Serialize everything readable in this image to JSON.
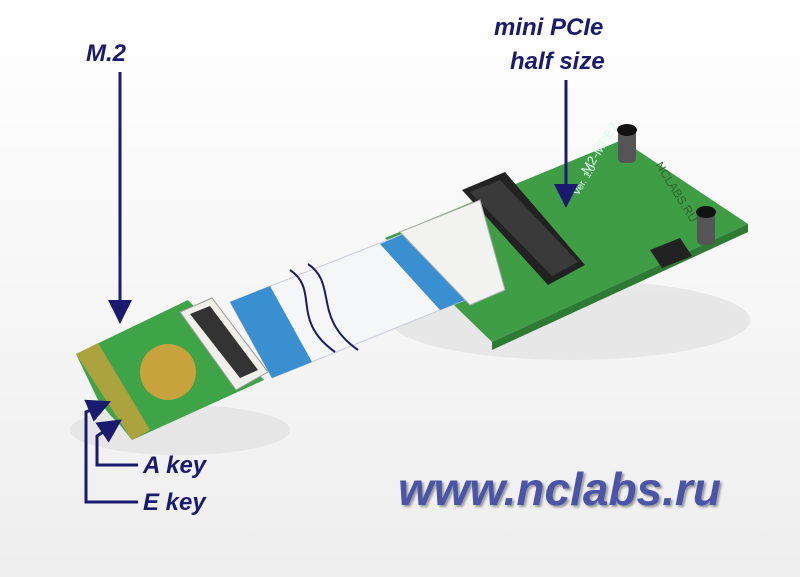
{
  "labels": {
    "m2": "M.2",
    "mini_pcie_line1": "mini PCIe",
    "mini_pcie_line2": "half size",
    "a_key": "A key",
    "e_key": "E key"
  },
  "website": "www.nclabs.ru",
  "board_silkscreen": {
    "model": "M2-MPE2",
    "version": "Ver. 1.0",
    "brand": "NCLABS.RU"
  },
  "colors": {
    "annotation": "#1a1a6e",
    "pcb_green": "#3c9a3c",
    "cable_blue": "#3a8fd0",
    "gold": "#c8a23c",
    "website": "#4a55a8"
  }
}
